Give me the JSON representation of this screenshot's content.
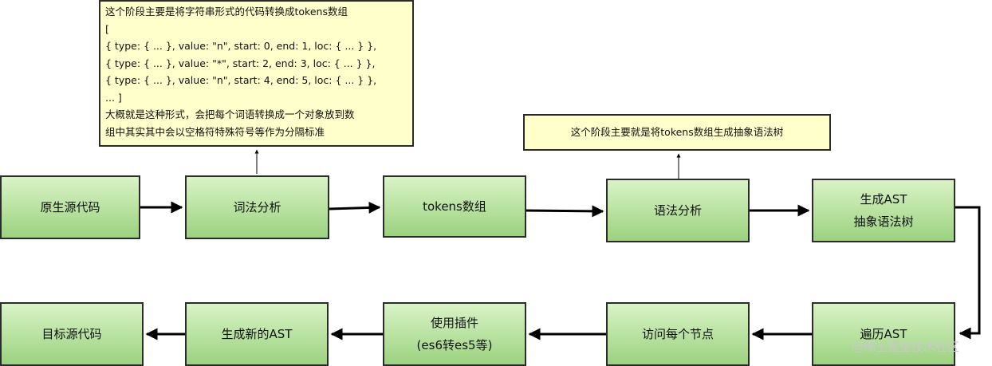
{
  "nodes": {
    "source_code": "原生源代码",
    "lexical": "词法分析",
    "tokens": "tokens数组",
    "syntax": "语法分析",
    "gen_ast_1": "生成AST",
    "gen_ast_2": "抽象语法树",
    "traverse": "遍历AST",
    "visit": "访问每个节点",
    "plugin_1": "使用插件",
    "plugin_2": "(es6转es5等)",
    "new_ast": "生成新的AST",
    "target": "目标源代码"
  },
  "notes": {
    "lexical_note": [
      "这个阶段主要是将字符串形式的代码转换成tokens数组",
      "[",
      "   { type: { ... }, value: \"n\", start: 0, end: 1, loc: { ... } },",
      "   { type: { ... }, value: \"*\", start: 2, end: 3, loc: { ... } },",
      "   { type: { ... }, value: \"n\", start: 4, end: 5, loc: { ... } },",
      "... ]",
      "大概就是这种形式，会把每个词语转换成一个对象放到数",
      "组中其实其中会以空格符特殊符号等作为分隔标准"
    ],
    "syntax_note": "这个阶段主要就是将tokens数组生成抽象语法树"
  },
  "watermark": "@稀土掘金技术社区"
}
